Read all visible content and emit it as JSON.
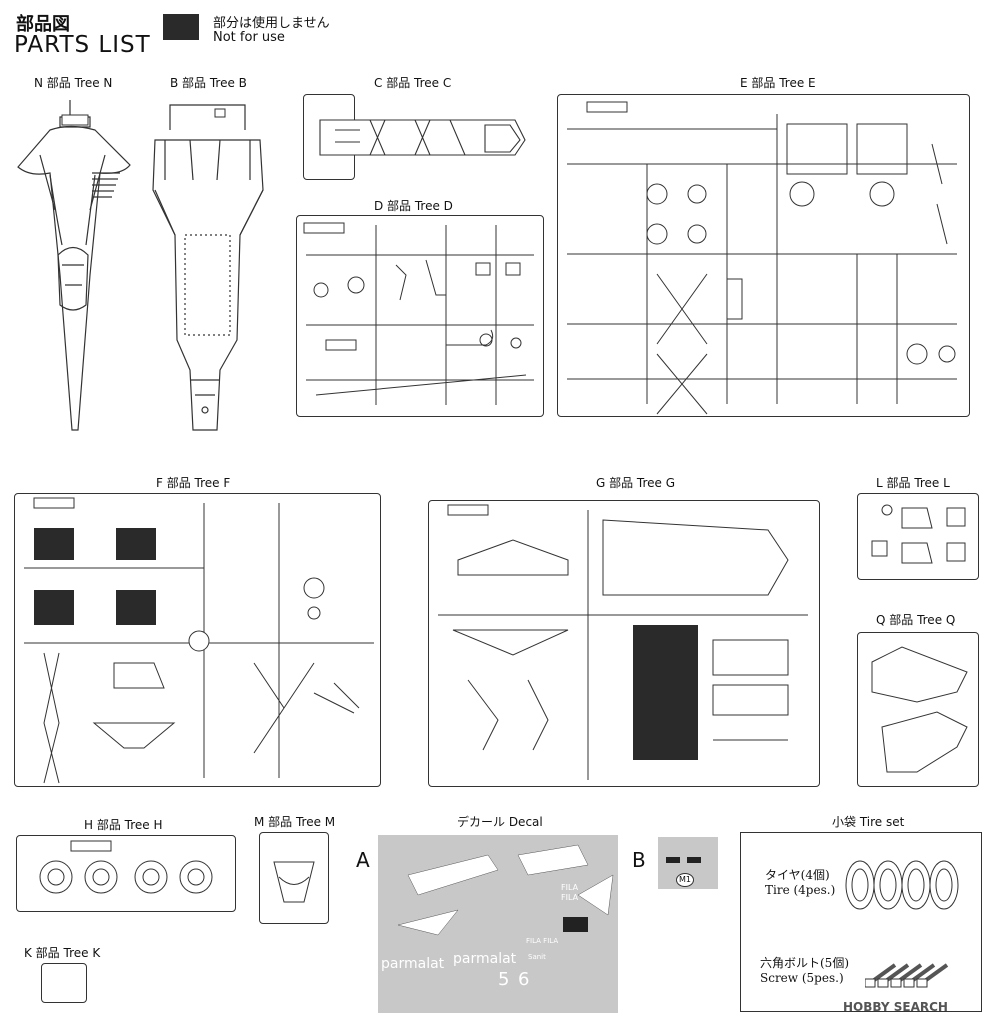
{
  "header": {
    "title_jp": "部品図",
    "title_en": "PARTS LIST",
    "notuse_jp": "部分は使用しません",
    "notuse_en": "Not for use"
  },
  "trees": {
    "N": "N 部品 Tree N",
    "B": "B 部品 Tree B",
    "C": "C 部品 Tree C",
    "D": "D 部品 Tree D",
    "E": "E 部品 Tree E",
    "F": "F 部品 Tree F",
    "G": "G 部品 Tree G",
    "L": "L 部品 Tree L",
    "Q": "Q 部品 Tree Q",
    "H": "H 部品 Tree H",
    "M": "M 部品 Tree M",
    "K": "K 部品 Tree K"
  },
  "decal": {
    "title": "デカール Decal",
    "sheetA": "A",
    "sheetB": "B",
    "b_tag": "M1",
    "texts": [
      "FILA",
      "FILA",
      "FILA",
      "FILA",
      "FILA FILA",
      "parmalat",
      "parmalat",
      "Sanit",
      "5",
      "6"
    ]
  },
  "tireset": {
    "title": "小袋 Tire set",
    "tire_jp": "タイヤ(4個)",
    "tire_en": "Tire (4pes.)",
    "screw_jp": "六角ボルト(5個)",
    "screw_en": "Screw (5pes.)"
  },
  "watermark": "HOBBY SEARCH",
  "colors": {
    "line": "#333333",
    "dark": "#2a2a2a",
    "decal_bg": "#c8c8c8"
  }
}
